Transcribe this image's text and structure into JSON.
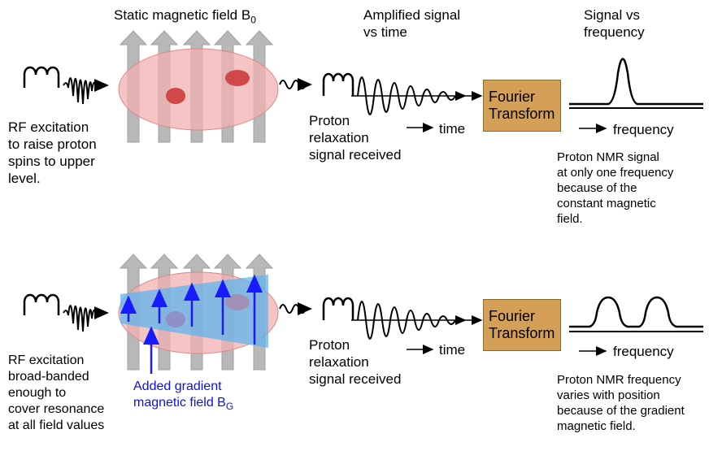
{
  "top": {
    "title_field": "Static magnetic field B",
    "title_field_sub": "0",
    "title_amplified": "Amplified signal\nvs time",
    "title_freq": "Signal vs\nfrequency",
    "rf_text": "RF excitation\nto raise proton\nspins to upper\nlevel.",
    "proton_text": "Proton\nrelaxation\nsignal received",
    "time_label": "time",
    "fourier_label": "Fourier\nTransform",
    "frequency_label": "frequency",
    "nmr_text": "Proton NMR signal\nat only one frequency\nbecause of the\nconstant magnetic\nfield."
  },
  "bottom": {
    "rf_text": "RF excitation\nbroad-banded\nenough to\ncover resonance\nat all field values",
    "gradient_text": "Added gradient\nmagnetic field B",
    "gradient_sub": "G",
    "proton_text": "Proton\nrelaxation\nsignal received",
    "time_label": "time",
    "fourier_label": "Fourier\nTransform",
    "frequency_label": "frequency",
    "nmr_text": "Proton NMR frequency\nvaries with position\nbecause of the gradient\nmagnetic field."
  },
  "colors": {
    "field_arrow": "#b8b8b8",
    "ellipse": "#f2b0b0",
    "spot": "#d04848",
    "gradient": "#5fb4ec",
    "gradient_arrow": "#1a1aff",
    "fourier_box": "#d4a058"
  }
}
